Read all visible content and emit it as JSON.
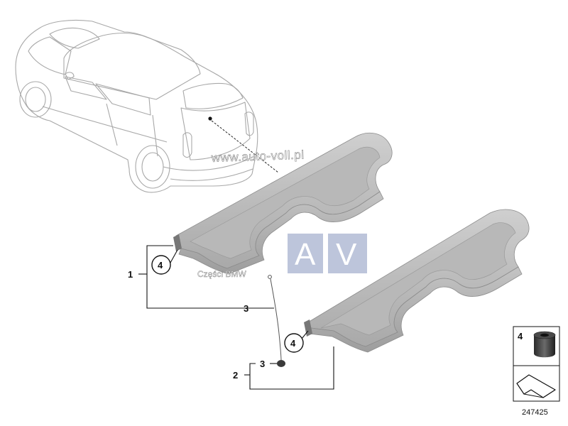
{
  "diagram": {
    "watermark_url": "www.auto-voll.pl",
    "watermark_sub": "Części BMW",
    "watermark_logo_left": "A",
    "watermark_logo_right": "V",
    "callouts": {
      "one": "1",
      "two": "2",
      "three_upper": "3",
      "three_lower": "3",
      "four_upper": "4",
      "four_lower": "4"
    },
    "legend": {
      "item_label": "4"
    },
    "reference_number": "247425"
  }
}
